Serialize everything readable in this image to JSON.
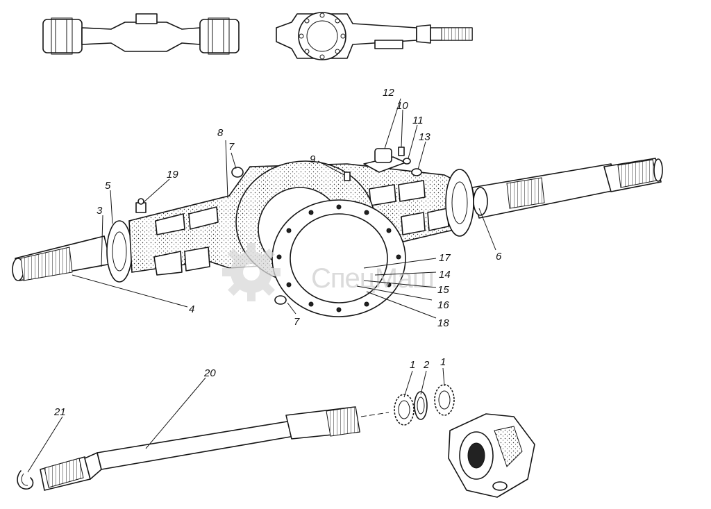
{
  "watermark": {
    "text": "СпецМаш",
    "color": "#cfcfcf"
  },
  "icons": {
    "watermark": "gear-icon"
  },
  "callouts": {
    "c1a": "1",
    "c1b": "1",
    "c2": "2",
    "c3": "3",
    "c4": "4",
    "c5": "5",
    "c6": "6",
    "c7a": "7",
    "c7b": "7",
    "c8": "8",
    "c9": "9",
    "c10": "10",
    "c11": "11",
    "c12": "12",
    "c13": "13",
    "c14": "14",
    "c15": "15",
    "c16": "16",
    "c17": "17",
    "c18": "18",
    "c19": "19",
    "c20": "20",
    "c21": "21"
  }
}
